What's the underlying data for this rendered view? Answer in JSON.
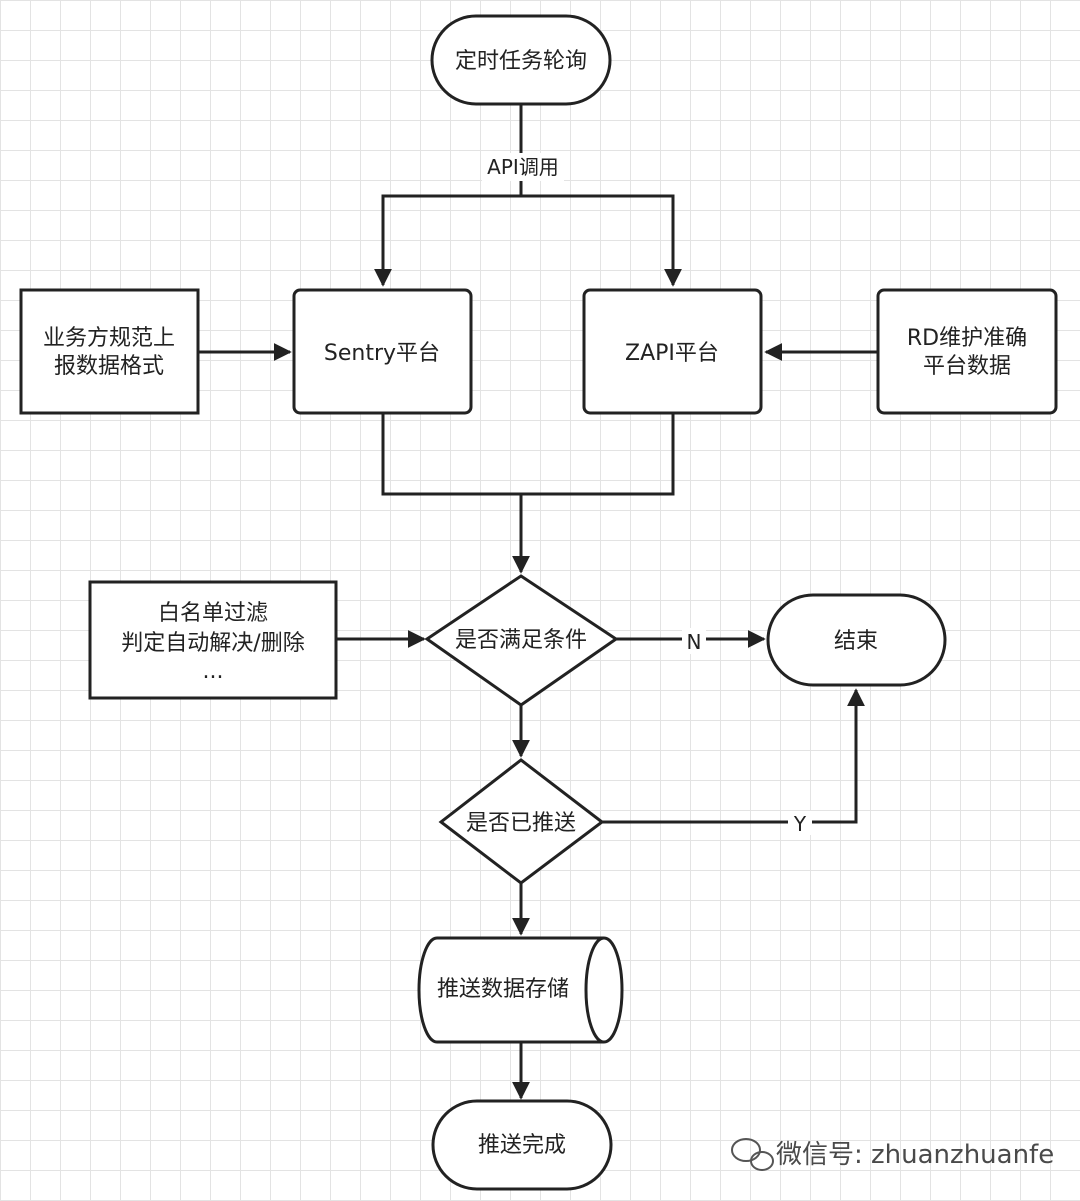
{
  "nodes": {
    "start": "定时任务轮询",
    "biz": [
      "业务方规范上",
      "报数据格式"
    ],
    "sentry": "Sentry平台",
    "zapi": "ZAPI平台",
    "rd": [
      "RD维护准确",
      "平台数据"
    ],
    "whitelist": [
      "白名单过滤",
      "判定自动解决/删除",
      "..."
    ],
    "condition": "是否满足条件",
    "end": "结束",
    "pushed": "是否已推送",
    "store": "推送数据存储",
    "done": "推送完成"
  },
  "edges": {
    "api_call": "API调用",
    "no": "N",
    "yes": "Y"
  },
  "watermark": "微信号: zhuanzhuanfe"
}
